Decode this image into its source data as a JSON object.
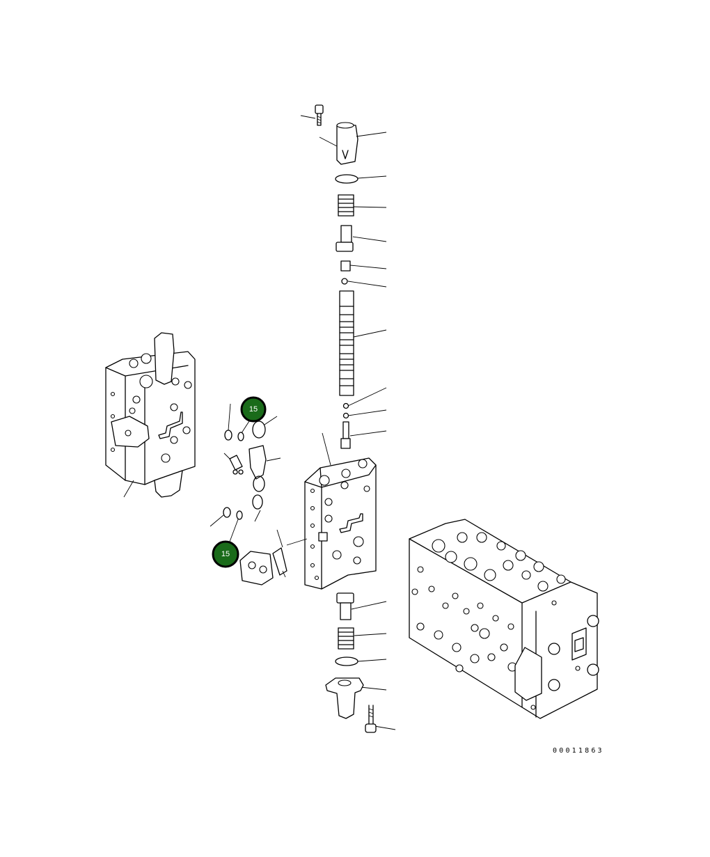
{
  "callouts": [
    {
      "label": "15",
      "color": "#1a6b1a"
    },
    {
      "label": "15",
      "color": "#1a6b1a"
    }
  ],
  "drawing_number": "00011863"
}
